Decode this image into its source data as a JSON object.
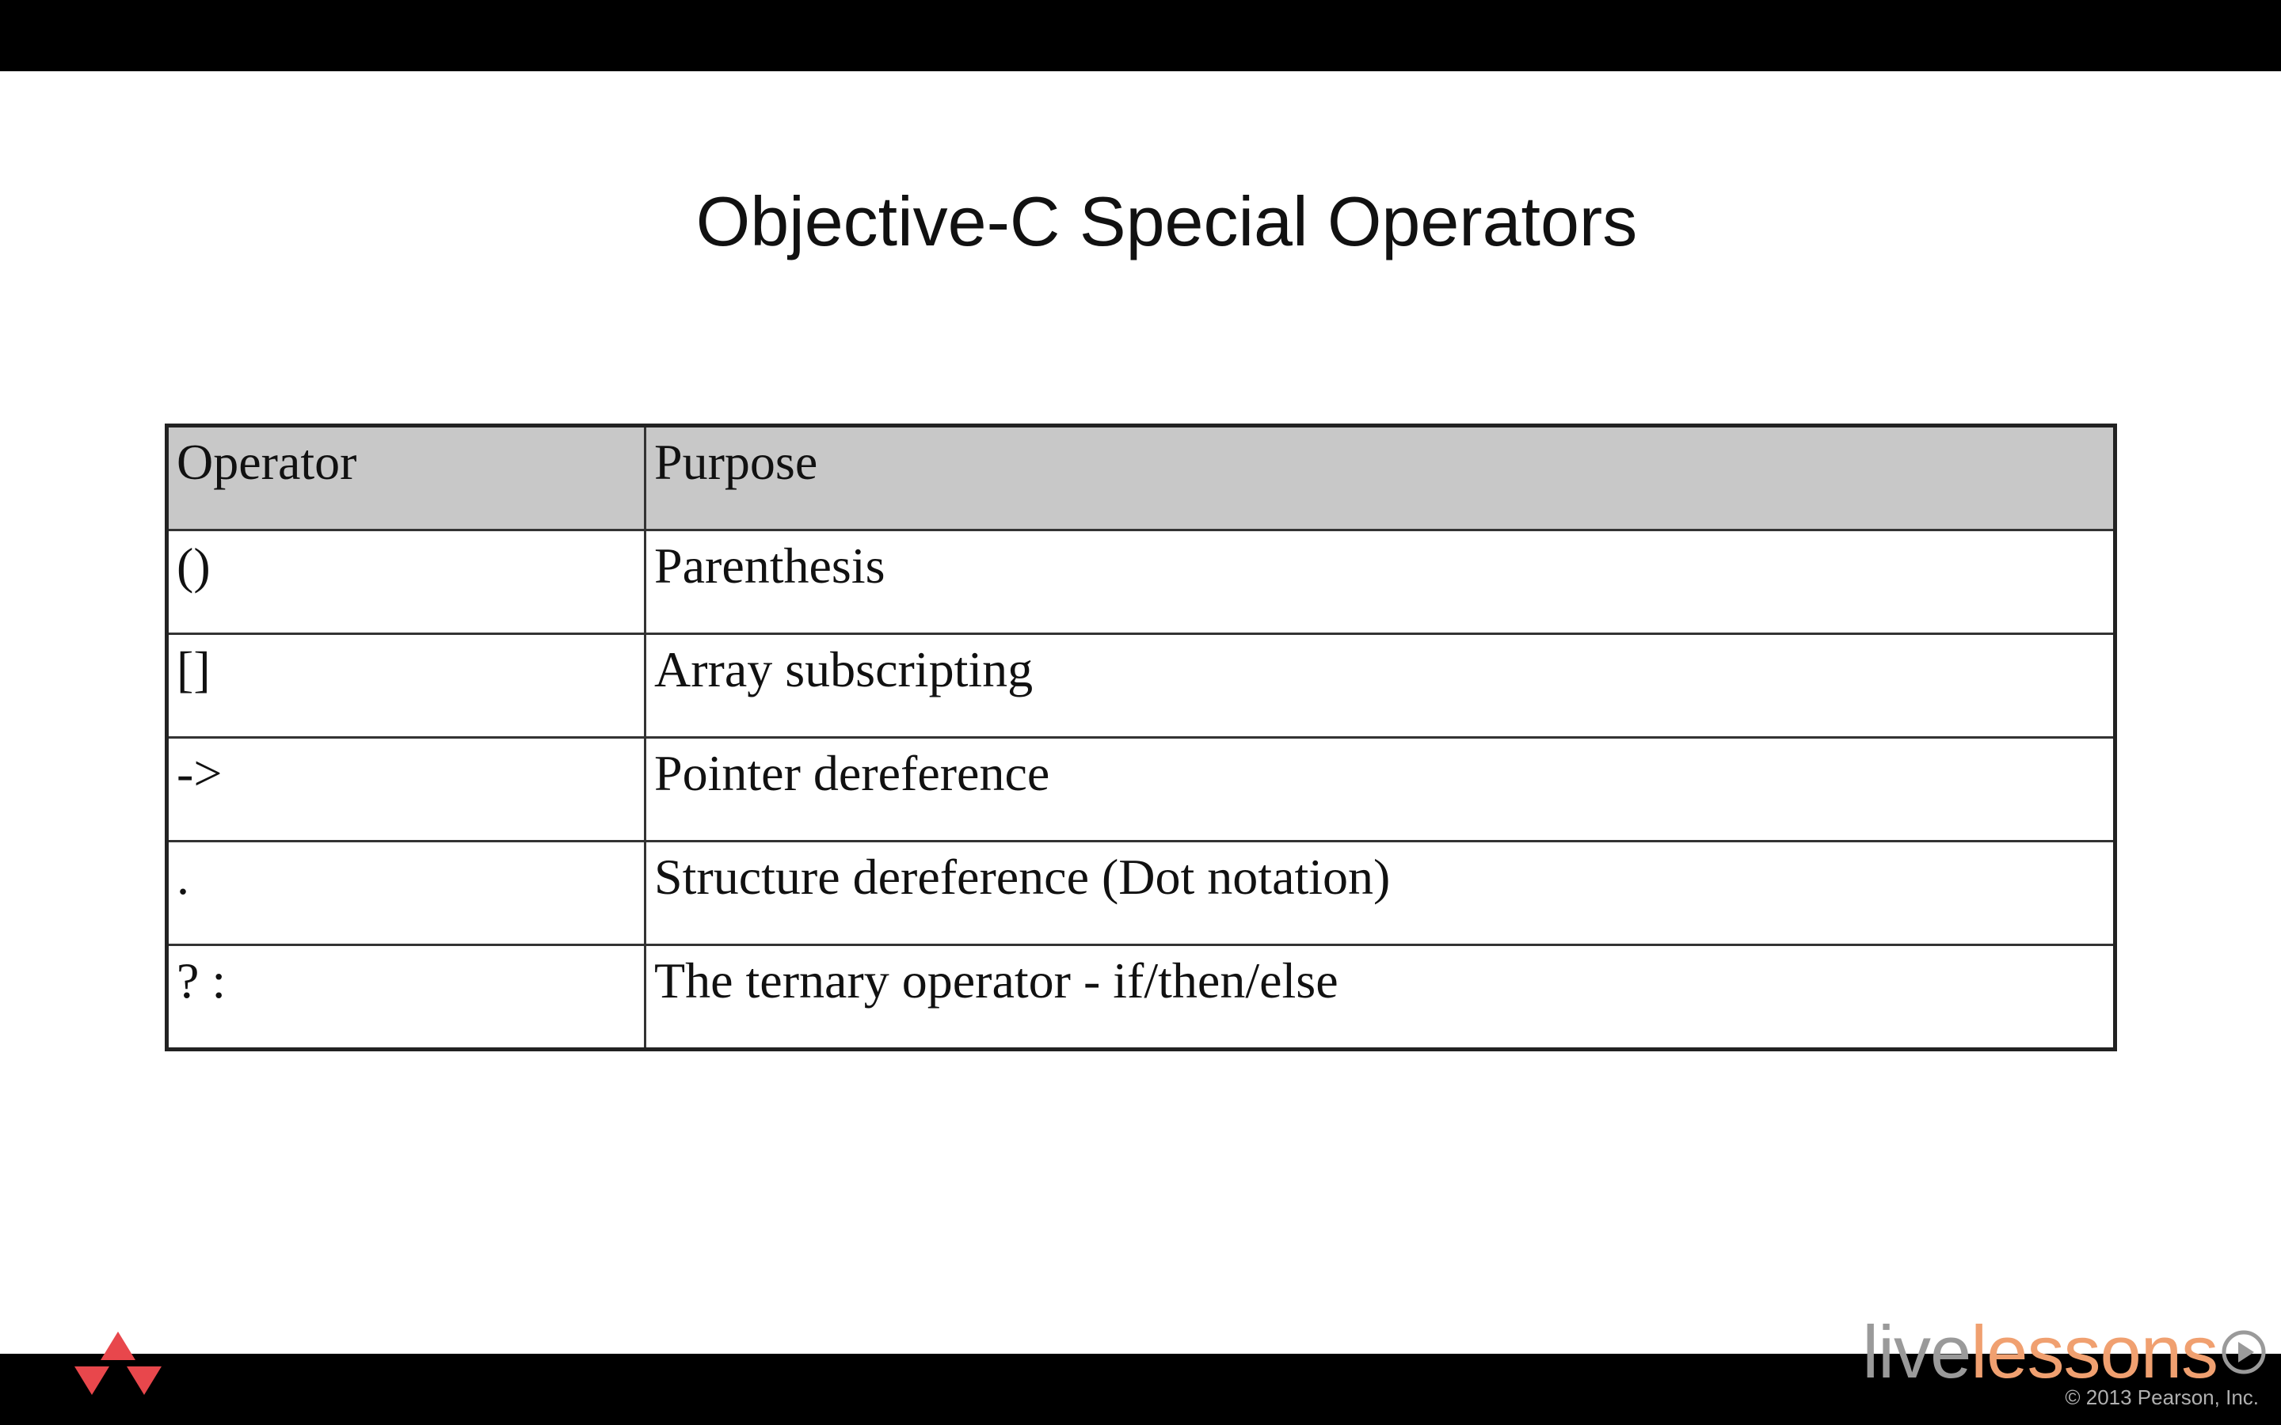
{
  "slide": {
    "title": "Objective-C Special Operators"
  },
  "table": {
    "headers": [
      "Operator",
      "Purpose"
    ],
    "rows": [
      [
        "()",
        "Parenthesis"
      ],
      [
        "[]",
        "Array subscripting"
      ],
      [
        "->",
        "Pointer dereference"
      ],
      [
        ".",
        "Structure dereference (Dot notation)"
      ],
      [
        "? :",
        "The ternary operator - if/then/else"
      ]
    ]
  },
  "branding": {
    "left_logo": "publisher-triangle-icon",
    "brand_live": "live",
    "brand_lessons": "lessons",
    "brand_icon": "play-circle-icon",
    "copyright": "© 2013 Pearson, Inc.",
    "colors": {
      "logo_red": "#e8474c",
      "brand_gray": "#9a9a9a",
      "brand_orange": "#f0a070",
      "header_fill": "#c8c8c8"
    }
  }
}
